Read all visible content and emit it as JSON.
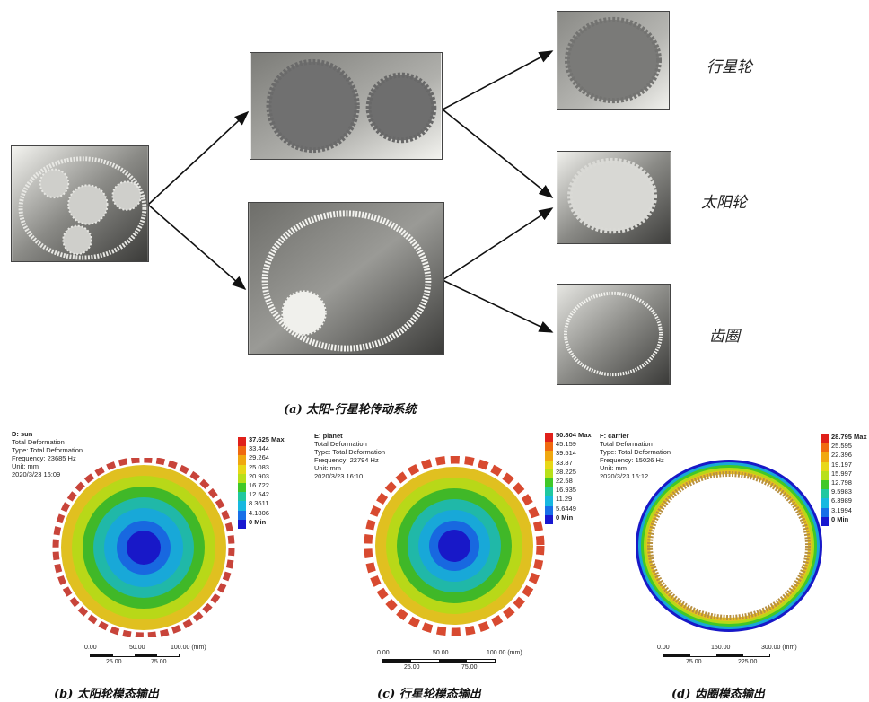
{
  "labels": {
    "planet_gear": "行星轮",
    "sun_gear": "太阳轮",
    "ring_gear": "齿圈"
  },
  "captions": {
    "a": "(a) 太阳-行星轮传动系统",
    "b": "(b) 太阳轮模态输出",
    "c": "(c) 行星轮模态输出",
    "d": "(d) 齿圈模态输出"
  },
  "panels": {
    "sun": {
      "title": "D: sun",
      "type_line1": "Total Deformation",
      "type_line2": "Type: Total Deformation",
      "frequency": "Frequency: 23685 Hz",
      "unit": "Unit: mm",
      "date": "2020/3/23 16:09",
      "legend": [
        "37.625 Max",
        "33.444",
        "29.264",
        "25.083",
        "20.903",
        "16.722",
        "12.542",
        "8.3611",
        "4.1806",
        "0 Min"
      ],
      "scale_top": [
        "0.00",
        "50.00",
        "100.00 (mm)"
      ],
      "scale_bottom": [
        "25.00",
        "75.00"
      ]
    },
    "planet": {
      "title": "E: planet",
      "type_line1": "Total Deformation",
      "type_line2": "Type: Total Deformation",
      "frequency": "Frequency: 22794 Hz",
      "unit": "Unit: mm",
      "date": "2020/3/23 16:10",
      "legend": [
        "50.804 Max",
        "45.159",
        "39.514",
        "33.87",
        "28.225",
        "22.58",
        "16.935",
        "11.29",
        "5.6449",
        "0 Min"
      ],
      "scale_top": [
        "0.00",
        "50.00",
        "100.00 (mm)"
      ],
      "scale_bottom": [
        "25.00",
        "75.00"
      ]
    },
    "carrier": {
      "title": "F: carrier",
      "type_line1": "Total Deformation",
      "type_line2": "Type: Total Deformation",
      "frequency": "Frequency: 15026 Hz",
      "unit": "Unit: mm",
      "date": "2020/3/23 16:12",
      "legend": [
        "28.795 Max",
        "25.595",
        "22.396",
        "19.197",
        "15.997",
        "12.798",
        "9.5983",
        "6.3989",
        "3.1994",
        "0 Min"
      ],
      "scale_top": [
        "0.00",
        "150.00",
        "300.00 (mm)"
      ],
      "scale_bottom": [
        "75.00",
        "225.00"
      ]
    }
  },
  "colors": {
    "legend": [
      "#e0201a",
      "#f06a10",
      "#f0a810",
      "#e8d818",
      "#b8e01a",
      "#40c828",
      "#20c8a0",
      "#18b8e0",
      "#1870e8",
      "#1818d0"
    ]
  }
}
